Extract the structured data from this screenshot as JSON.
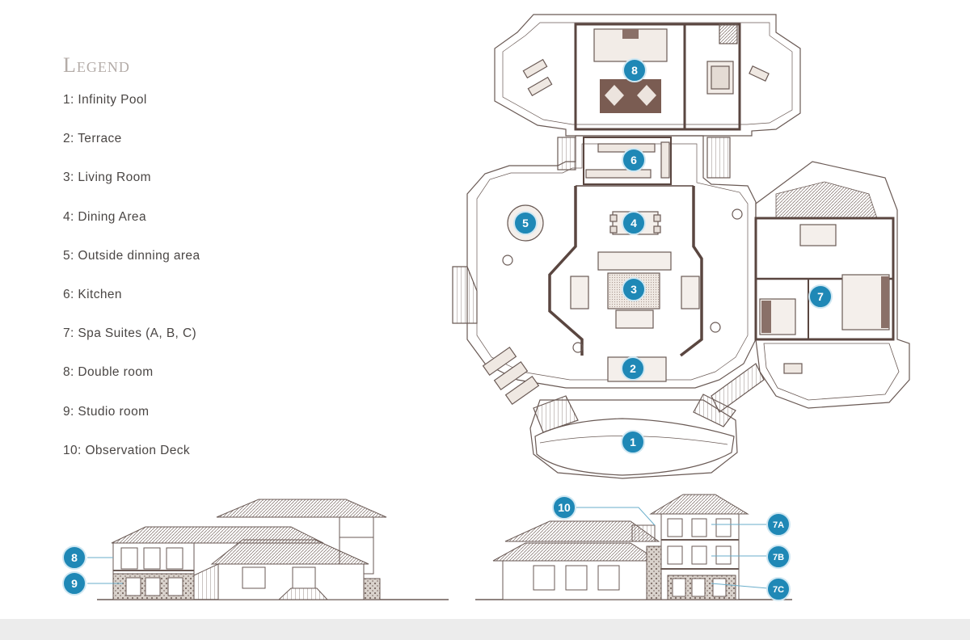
{
  "legend": {
    "title": "Legend",
    "items": [
      {
        "label": "1: Infinity Pool"
      },
      {
        "label": "2: Terrace"
      },
      {
        "label": "3: Living Room"
      },
      {
        "label": "4: Dining Area"
      },
      {
        "label": "5: Outside dinning area"
      },
      {
        "label": "6: Kitchen"
      },
      {
        "label": "7: Spa Suites (A, B, C)"
      },
      {
        "label": "8: Double room"
      },
      {
        "label": "9: Studio room"
      },
      {
        "label": "10: Observation Deck"
      }
    ]
  },
  "plan_markers": [
    "1",
    "2",
    "3",
    "4",
    "5",
    "6",
    "7",
    "8"
  ],
  "elevation_markers": [
    "8",
    "9",
    "10",
    "7A",
    "7B",
    "7C"
  ],
  "colors": {
    "marker": "#1f88b6",
    "marker_ring": "#cfe7f2",
    "line": "#6a5a55",
    "wall": "#5a4640",
    "legend_title": "#b4aca8",
    "legend_text": "#4a4644"
  }
}
